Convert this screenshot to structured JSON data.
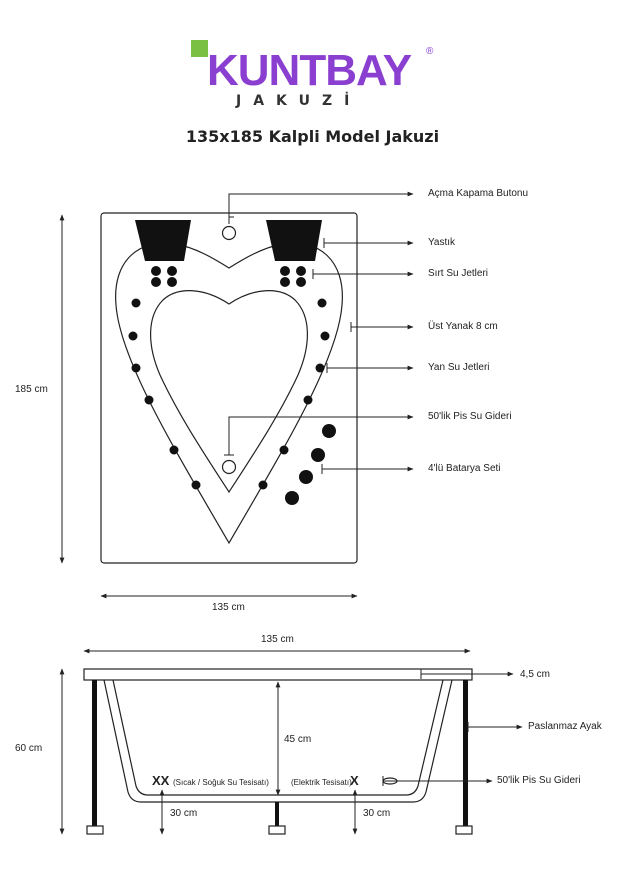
{
  "brand": {
    "name": "KUNTBAY",
    "registered": "®",
    "subtitle": "JAKUZİ",
    "accent_color": "#8a3fd1",
    "square_color": "#7ac143"
  },
  "title": "135x185 Kalpli Model Jakuzi",
  "top_view": {
    "height_label": "185 cm",
    "width_label": "135 cm",
    "callouts": {
      "power_button": "Açma Kapama Butonu",
      "pillow": "Yastık",
      "back_jets": "Sırt Su Jetleri",
      "upper_cheek": "Üst Yanak 8 cm",
      "side_jets": "Yan Su Jetleri",
      "drain": "50'lik Pis Su Gideri",
      "battery_set": "4'lü Batarya Seti"
    }
  },
  "side_view": {
    "width_label": "135 cm",
    "height_label": "60 cm",
    "depth_label": "45 cm",
    "rim_label": "4,5 cm",
    "leg_label": "Paslanmaz Ayak",
    "drain_label": "50'lik Pis Su Gideri",
    "water_mark": "XX",
    "water_label": "(Sıcak / Soğuk Su Tesisatı)",
    "electric_label": "(Elektrik Tesisatı)",
    "electric_mark": "X",
    "left_offset_label": "30 cm",
    "right_offset_label": "30 cm"
  }
}
